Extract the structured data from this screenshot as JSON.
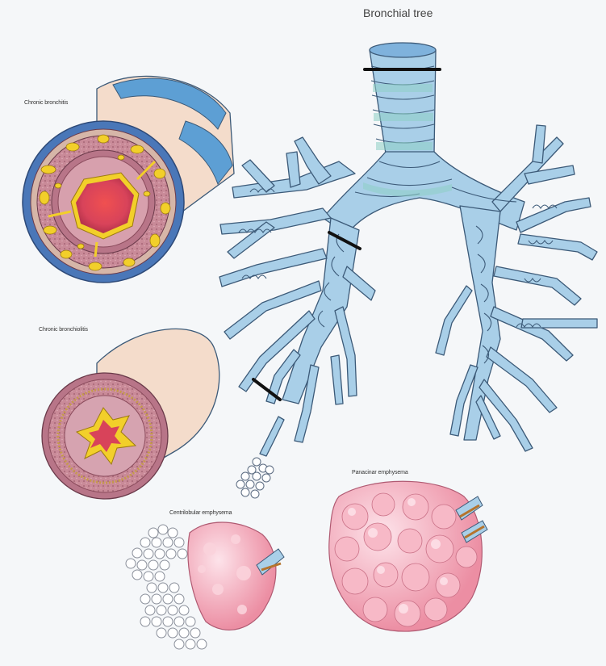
{
  "labels": {
    "title": "Bronchial tree",
    "chronic_bronchitis": "Chronic bronchitis",
    "chronic_bronchiolitis": "Chronic bronchiolitis",
    "centrilobular_emphysema": "Centrilobular emphysema",
    "panacinar_emphysema": "Panacinar emphysema"
  },
  "colors": {
    "airway_blue": "#a9cfe8",
    "airway_band": "#8fd0c6",
    "outline": "#3c5a78",
    "mucosa_red": "#d8435a",
    "mucus_yellow": "#f2cf2a",
    "emphysema_pink": "#f2a2b2",
    "tissue_pink": "#c98a98",
    "cut_marker": "#111111"
  }
}
